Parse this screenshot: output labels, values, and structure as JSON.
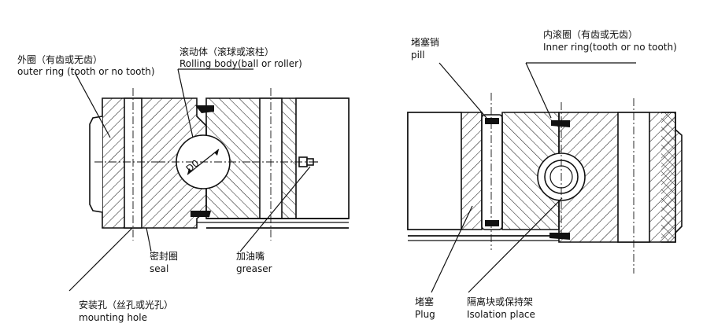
{
  "left": {
    "outer_ring": {
      "cn": "外圈（有齿或无齿）",
      "en": "outer ring (tooth or no tooth)"
    },
    "rolling_body": {
      "cn": "滚动体（滚球或滚柱）",
      "en": "Rolling body(ball or roller)"
    },
    "seal": {
      "cn": "密封圈",
      "en": "seal"
    },
    "greaser": {
      "cn": "加油嘴",
      "en": "greaser"
    },
    "mounting_hole": {
      "cn": "安装孔（丝孔或光孔）",
      "en": "mounting hole"
    },
    "ball_dim": "D0"
  },
  "right": {
    "pill": {
      "cn": "堵塞销",
      "en": "pill"
    },
    "inner_ring": {
      "cn": "内滚圈（有齿或无齿）",
      "en": "Inner ring(tooth or no tooth)"
    },
    "plug": {
      "cn": "堵塞",
      "en": "Plug"
    },
    "isolation": {
      "cn": "隔离块或保持架",
      "en": "Isolation place"
    }
  }
}
